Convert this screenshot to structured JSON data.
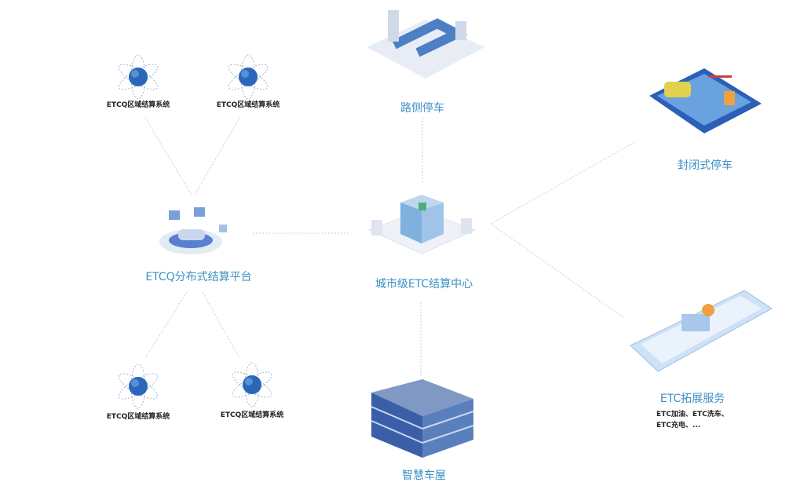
{
  "center": {
    "label": "城市级ETC结算中心"
  },
  "platform": {
    "label": "ETCQ分布式结算平台"
  },
  "regional_systems": [
    {
      "label": "ETCQ区域结算系统"
    },
    {
      "label": "ETCQ区域结算系统"
    },
    {
      "label": "ETCQ区域结算系统"
    },
    {
      "label": "ETCQ区域结算系统"
    }
  ],
  "roadside": {
    "label": "路侧停车"
  },
  "closed_parking": {
    "label": "封闭式停车"
  },
  "smart_garage": {
    "label": "智慧车屋"
  },
  "etc_services": {
    "label": "ETC拓展服务",
    "desc_line1": "ETC加油、ETC洗车、",
    "desc_line2": "ETC充电、..."
  },
  "colors": {
    "accent": "#3b8fc4",
    "line": "#c8c8c8"
  }
}
